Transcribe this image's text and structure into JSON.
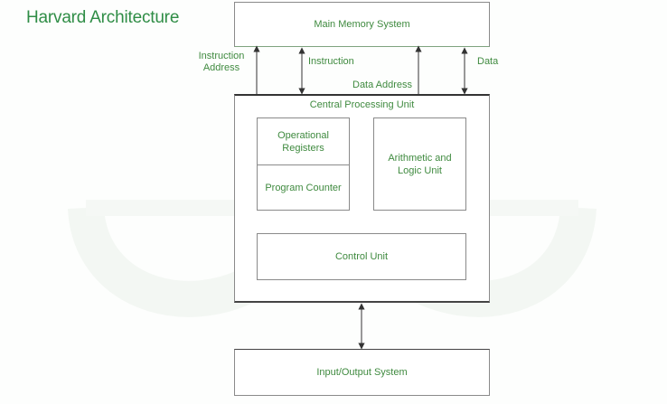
{
  "title": "Harvard Architecture",
  "colors": {
    "text_green": "#3f8a3f",
    "title_green": "#2f8d46",
    "line": "#555555",
    "box_border": "#8a8a8a"
  },
  "blocks": {
    "main_memory": "Main Memory System",
    "cpu": "Central Processing Unit",
    "operational_registers": [
      "Operational",
      "Registers"
    ],
    "program_counter": "Program Counter",
    "alu": [
      "Arithmetic and",
      "Logic Unit"
    ],
    "control_unit": "Control Unit",
    "io_system": "Input/Output System"
  },
  "connections": {
    "instruction_address": [
      "Instruction",
      "Address"
    ],
    "instruction": "Instruction",
    "data_address": "Data Address",
    "data": "Data"
  },
  "watermark": "geeksforgeeks-logo"
}
